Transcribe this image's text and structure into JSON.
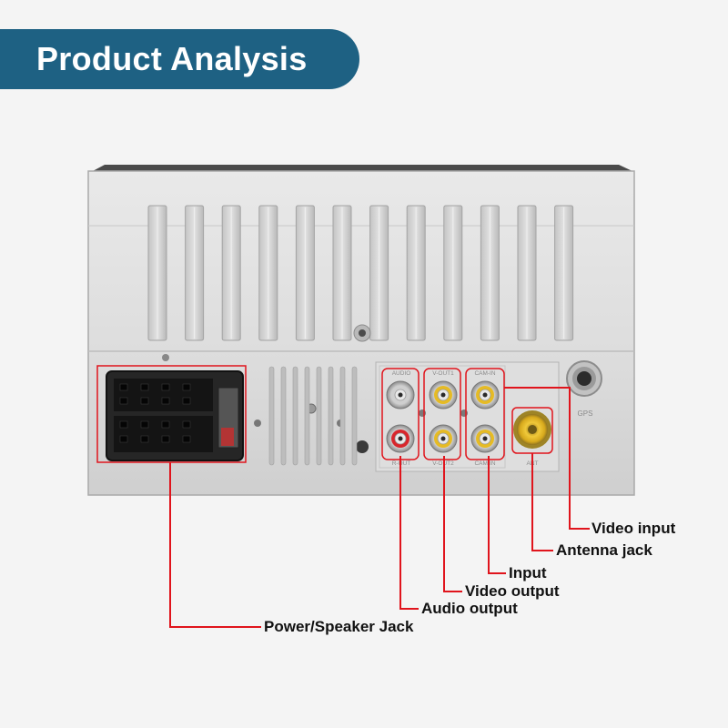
{
  "header": {
    "title": "Product Analysis"
  },
  "colors": {
    "banner": "#1e6183",
    "callout": "#e0141c",
    "background": "#f4f4f4"
  },
  "panel": {
    "port_labels": {
      "top": [
        "AUDIO",
        "V-OUT1",
        "CAM-IN"
      ],
      "bottom": [
        "R-OUT",
        "V-OUT2",
        "CAM-IN"
      ],
      "antenna": "ANT",
      "gps": "GPS"
    }
  },
  "callouts": [
    {
      "id": "video-input",
      "label": "Video input"
    },
    {
      "id": "antenna-jack",
      "label": "Antenna jack"
    },
    {
      "id": "input",
      "label": "Input"
    },
    {
      "id": "video-output",
      "label": "Video output"
    },
    {
      "id": "audio-output",
      "label": "Audio output"
    },
    {
      "id": "power-speaker-jack",
      "label": "Power/Speaker Jack"
    }
  ]
}
